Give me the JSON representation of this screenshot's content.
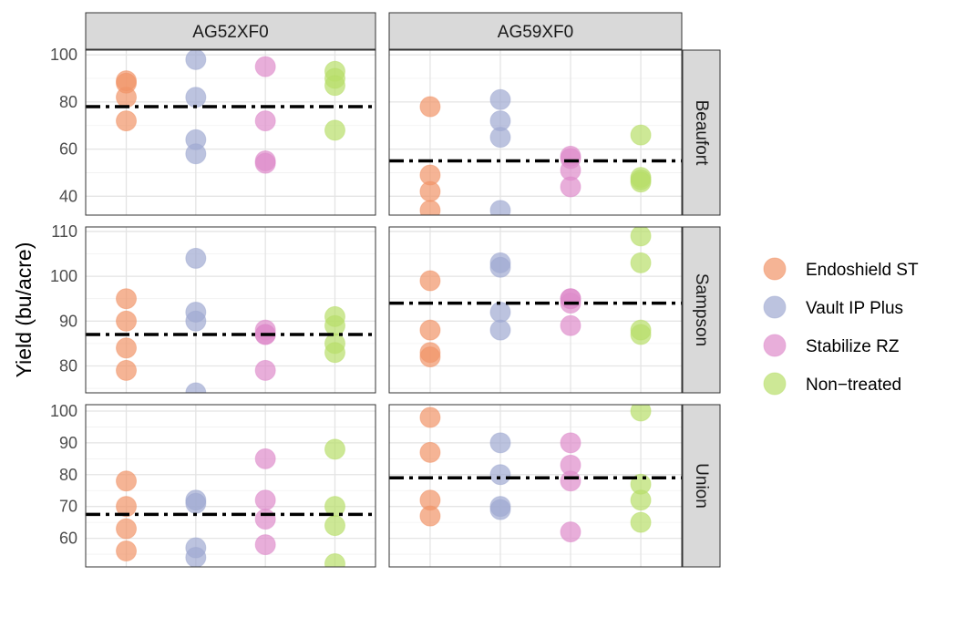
{
  "chart_data": {
    "type": "scatter",
    "title": "",
    "ylabel": "Yield (bu/acre)",
    "xlabel": "",
    "facet_columns": [
      "AG52XF0",
      "AG59XF0"
    ],
    "facet_rows": [
      {
        "name": "Beaufort",
        "ylim": [
          32,
          102
        ],
        "ticks": [
          40,
          60,
          80,
          100
        ]
      },
      {
        "name": "Sampson",
        "ylim": [
          74,
          111
        ],
        "ticks": [
          80,
          90,
          100,
          110
        ]
      },
      {
        "name": "Union",
        "ylim": [
          51,
          102
        ],
        "ticks": [
          60,
          70,
          80,
          90,
          100
        ]
      }
    ],
    "legend": {
      "placement": "right",
      "entries": [
        {
          "label": "Endoshield ST",
          "color": "#f19468"
        },
        {
          "label": "Vault IP Plus",
          "color": "#9faad2"
        },
        {
          "label": "Stabilize RZ",
          "color": "#de8ccb"
        },
        {
          "label": "Non−treated",
          "color": "#b8de6a"
        }
      ]
    },
    "grid": true,
    "panels": [
      {
        "row": 0,
        "col": 0,
        "mean": 78,
        "groups": [
          [
            88,
            89,
            82,
            72
          ],
          [
            98,
            82,
            64,
            58
          ],
          [
            95,
            72,
            55,
            54
          ],
          [
            93,
            90,
            87,
            68
          ]
        ]
      },
      {
        "row": 0,
        "col": 1,
        "mean": 55,
        "groups": [
          [
            78,
            49,
            42,
            34
          ],
          [
            81,
            72,
            65,
            34
          ],
          [
            57,
            56,
            51,
            44
          ],
          [
            66,
            48,
            47,
            46
          ]
        ]
      },
      {
        "row": 1,
        "col": 0,
        "mean": 87,
        "groups": [
          [
            95,
            90,
            84,
            79
          ],
          [
            104,
            92,
            90,
            74
          ],
          [
            88,
            87,
            87,
            79
          ],
          [
            91,
            89,
            85,
            83
          ]
        ]
      },
      {
        "row": 1,
        "col": 1,
        "mean": 94,
        "groups": [
          [
            99,
            88,
            83,
            82
          ],
          [
            103,
            102,
            92,
            88
          ],
          [
            95,
            95,
            94,
            89
          ],
          [
            109,
            103,
            88,
            87
          ]
        ]
      },
      {
        "row": 2,
        "col": 0,
        "mean": 67.5,
        "groups": [
          [
            78,
            70,
            63,
            56
          ],
          [
            72,
            71,
            57,
            54
          ],
          [
            85,
            72,
            66,
            58
          ],
          [
            88,
            70,
            64,
            52
          ]
        ]
      },
      {
        "row": 2,
        "col": 1,
        "mean": 79,
        "groups": [
          [
            98,
            87,
            72,
            67
          ],
          [
            90,
            80,
            70,
            69
          ],
          [
            90,
            83,
            78,
            62
          ],
          [
            100,
            77,
            72,
            65
          ]
        ]
      }
    ]
  }
}
